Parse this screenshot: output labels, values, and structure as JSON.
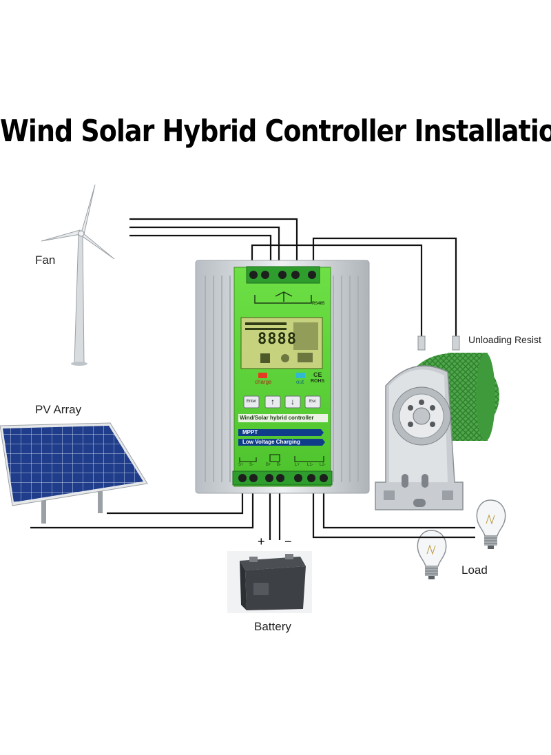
{
  "title": "Wind Solar Hybrid Controller Installation",
  "labels": {
    "fan": "Fan",
    "pv_array": "PV Array",
    "unloading_resistor": "Unloading Resist",
    "load": "Load",
    "battery": "Battery",
    "plus": "+",
    "minus": "−"
  },
  "controller": {
    "rs485": "RS485",
    "lcd_digits": "8888",
    "charge": "charge",
    "out": "out",
    "ce": "CE",
    "rohs": "ROHS",
    "buttons": [
      "Enter",
      "↑",
      "↓",
      "Esc"
    ],
    "name": "Wind/Solar hybrid controller",
    "mppt": "MPPT",
    "low_voltage": "Low Voltage Charging",
    "terminal_labels": [
      "S+",
      "S-",
      "B+",
      "B-",
      "L+",
      "L1-",
      "L2-"
    ]
  },
  "colors": {
    "panel_green": "#5fcf3a",
    "terminal_green": "#2e9d2e",
    "wire": "#111111",
    "aluminum": "#d9dde0",
    "solar_blue": "#1f3d8a",
    "resistor_green": "#4ea84a"
  }
}
